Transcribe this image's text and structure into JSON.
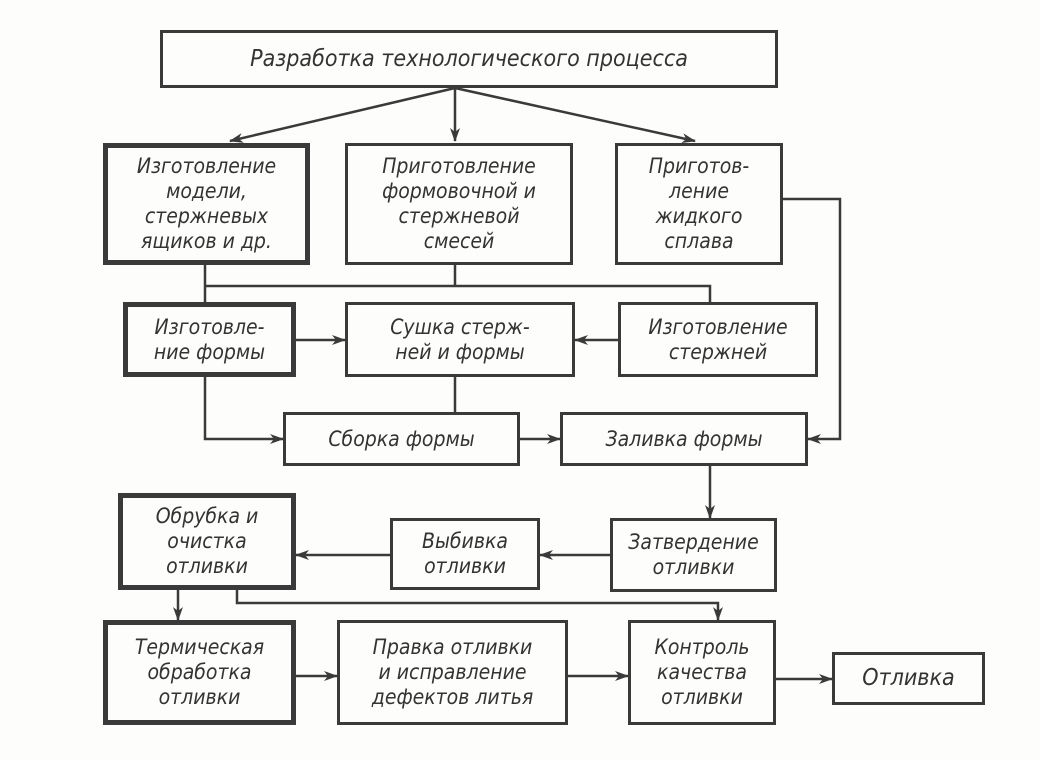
{
  "boxes": {
    "top": "Разработка технологического процесса",
    "model": "Изготовление\nмодели,\nстержневых\nящиков и др.",
    "mixture": "Приготовление\nформовочной и\nстержневой\nсмесей",
    "alloy": "Приготов-\nление\nжидкого\nсплава",
    "mold_make": "Изготовле-\nние формы",
    "drying": "Сушка стерж-\nней и формы",
    "cores": "Изготовление\nстержней",
    "assembly": "Сборка  формы",
    "pouring": "Заливка формы",
    "cleaning": "Обрубка и\nочистка\nотливки",
    "knockout": "Выбивка\nотливки",
    "solidify": "Затвердение\nотливки",
    "heat": "Термическая\nобработка\nотливки",
    "repair": "Правка отливки\nи исправление\nдефектов литья",
    "control": "Контроль\nкачества\nотливки",
    "casting": "Отливка"
  },
  "colors": {
    "ink": "#3a3a3a",
    "paper": "#fdfdfb"
  }
}
